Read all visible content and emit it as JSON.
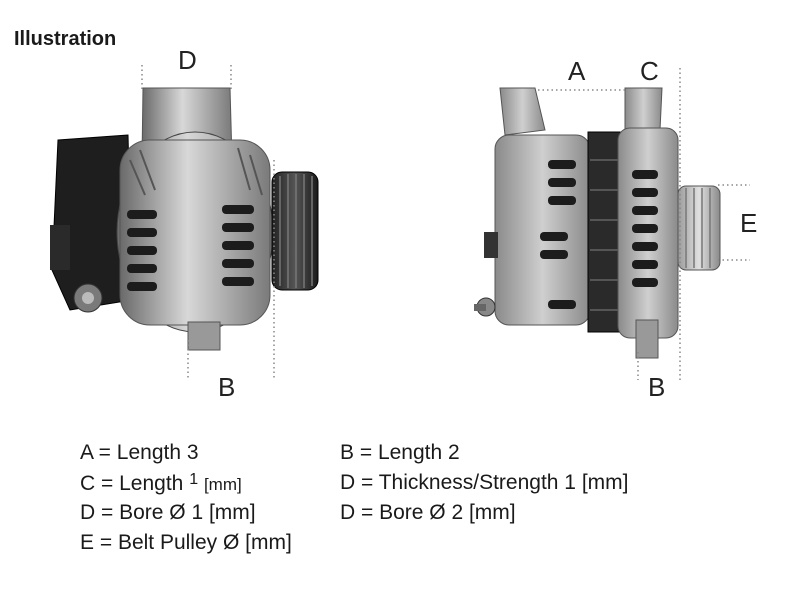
{
  "title": "Illustration",
  "dimension_labels": {
    "left_top": "D",
    "left_bottom": "B",
    "right_a": "A",
    "right_c": "C",
    "right_e": "E",
    "right_b": "B"
  },
  "legend": {
    "a": "A = Length 3",
    "b": "B = Length 2",
    "c_main": "C = Length",
    "c_sup": "1",
    "c_unit": "[mm]",
    "d1": "D = Thickness/Strength 1 [mm]",
    "d2": "D = Bore Ø 1 [mm]",
    "d3": "D = Bore Ø 2 [mm]",
    "e": "E = Belt Pulley Ø [mm]"
  }
}
